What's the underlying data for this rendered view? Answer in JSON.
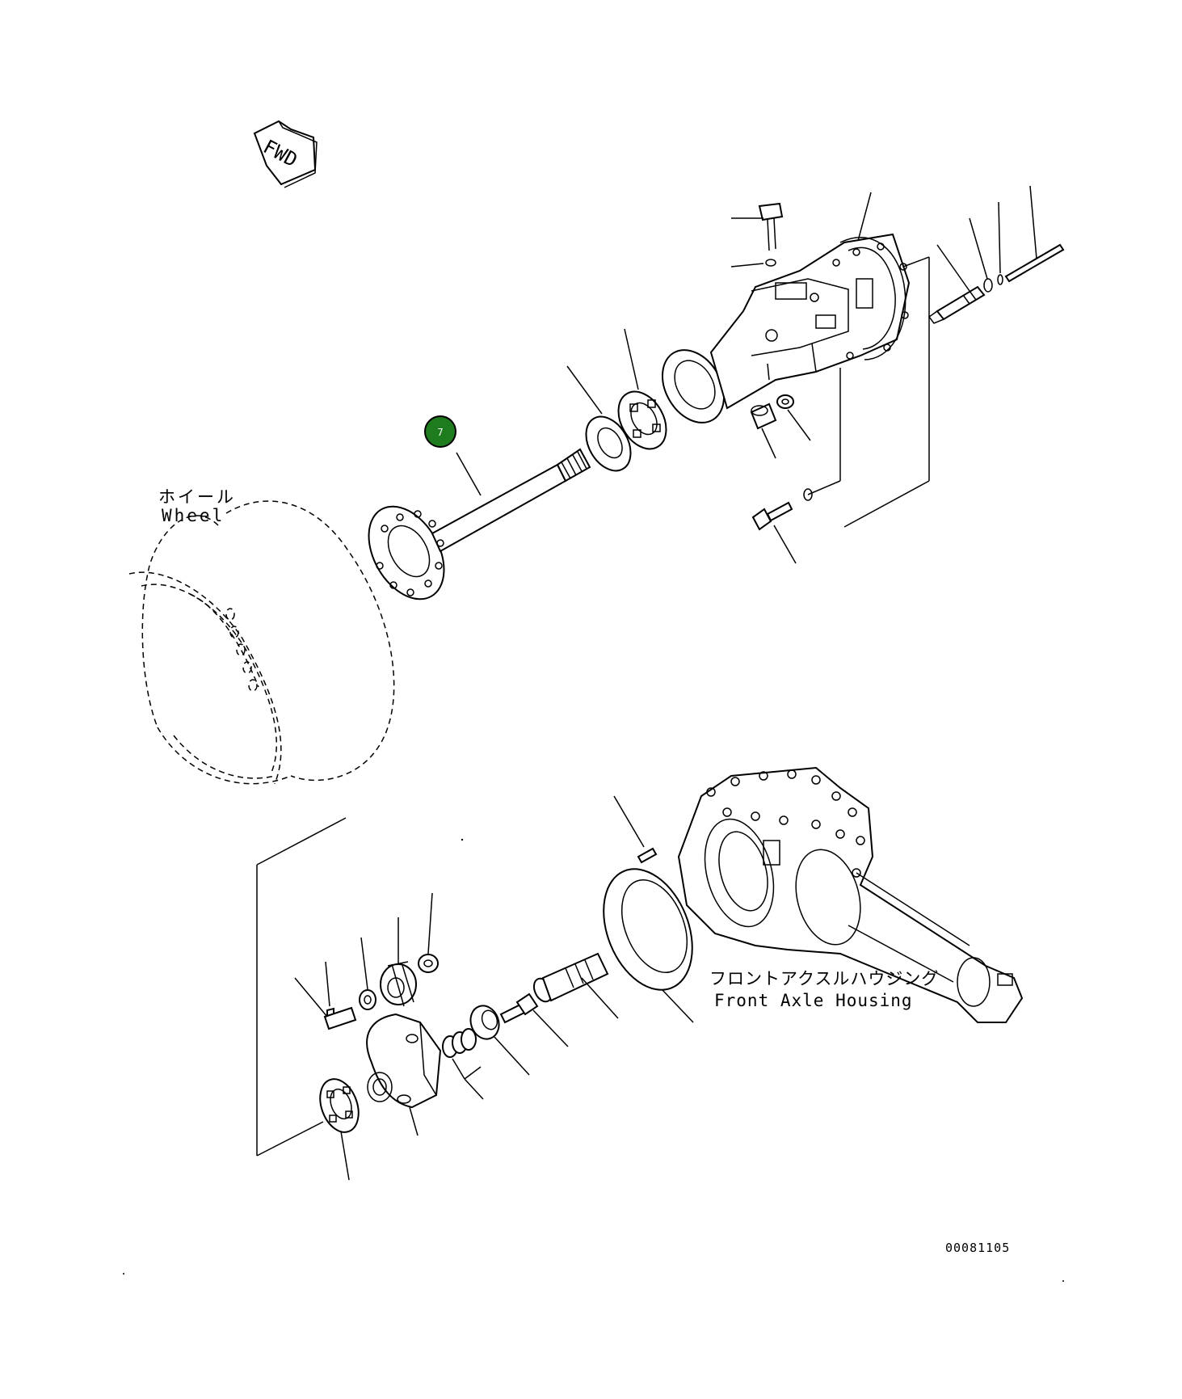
{
  "diagram": {
    "fwd_label": "FWD",
    "wheel_label_jp": "ホイール",
    "wheel_label_en": "Wheel",
    "housing_label_jp": "フロントアクスルハウジング",
    "housing_label_en": "Front Axle Housing",
    "drawing_number": "00081105",
    "callout_number": "7",
    "callout_color": "#1e7b1e"
  }
}
